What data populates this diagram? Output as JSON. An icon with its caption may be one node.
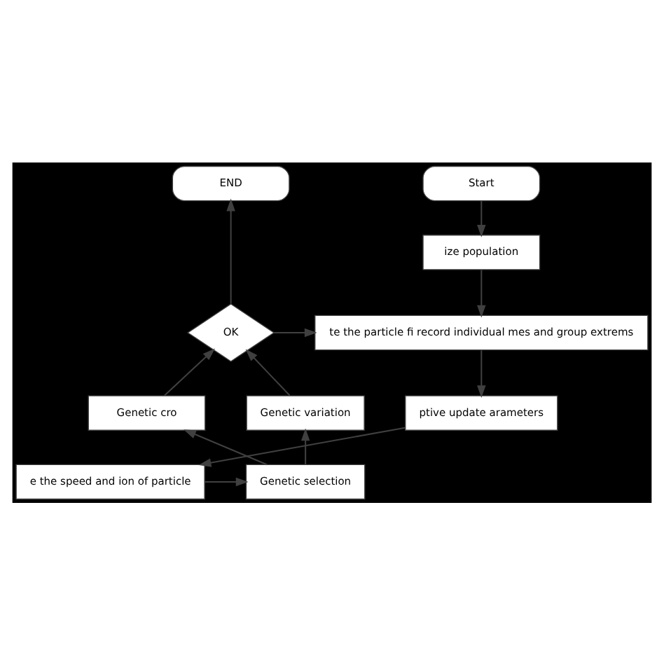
{
  "diagram": {
    "nodes": [
      {
        "text": [
          "Start"
        ]
      },
      {
        "text": [
          "ize population"
        ]
      },
      {
        "text": [
          "te the particle fi record individual mes and group extrems"
        ]
      },
      {
        "text": [
          "ptive update arameters"
        ]
      },
      {
        "text": [
          "e the speed and ion of particle"
        ]
      },
      {
        "text": [
          "Genetic selection"
        ]
      },
      {
        "text": [
          "Genetic variation"
        ]
      },
      {
        "text": [
          "Genetic cro"
        ]
      },
      {
        "text": [
          "OK"
        ]
      },
      {
        "text": [
          "END"
        ]
      }
    ],
    "edges": [
      {
        "from": 0,
        "to": 1,
        "arrow": "to"
      },
      {
        "from": 1,
        "to": 2,
        "arrow": "to"
      },
      {
        "from": 2,
        "to": 3,
        "arrow": "to"
      },
      {
        "from": 3,
        "to": 4,
        "arrow": "to"
      },
      {
        "from": 4,
        "to": 5,
        "arrow": "to"
      },
      {
        "from": 5,
        "to": 6,
        "arrow": "to"
      },
      {
        "from": 5,
        "to": 7,
        "arrow": "to"
      },
      {
        "from": 6,
        "to": 8,
        "arrow": "to"
      },
      {
        "from": 7,
        "to": 8,
        "arrow": "to"
      },
      {
        "from": 8,
        "to": 9,
        "arrow": "to"
      },
      {
        "from": 8,
        "to": 2,
        "arrow": "to"
      }
    ]
  }
}
